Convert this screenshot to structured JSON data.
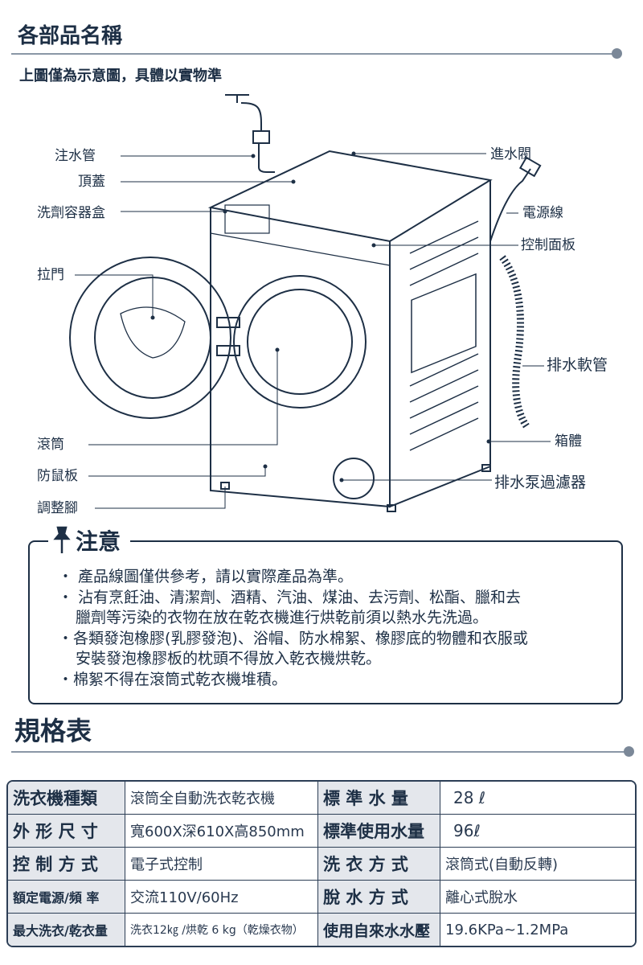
{
  "parts_section": {
    "title": "各部品名稱",
    "subtitle": "上圖僅為示意圖，具體以實物準",
    "labels_left": [
      "注水管",
      "頂蓋",
      "洗劑容器盒",
      "拉門",
      "滾筒",
      "防鼠板",
      "調整腳"
    ],
    "labels_right": [
      "進水閥",
      "電源線",
      "控制面板",
      "排水軟管",
      "箱體",
      "排水泵過濾器"
    ]
  },
  "notice": {
    "title": "注意",
    "items": [
      [
        "・ 產品線圖僅供參考，請以實際產品為準。"
      ],
      [
        "・ 沾有烹飪油、清潔劑、酒精、汽油、煤油、去污劑、松酯、臘和去",
        "臘劑等污染的衣物在放在乾衣機進行烘乾前須以熱水先洗過。"
      ],
      [
        "・各類發泡橡膠(乳膠發泡)、浴帽、防水棉絮、橡膠底的物體和衣服或",
        "安裝發泡橡膠板的枕頭不得放入乾衣機烘乾。"
      ],
      [
        "・棉絮不得在滾筒式乾衣機堆積。"
      ]
    ]
  },
  "spec_section": {
    "title": "規格表",
    "rows": [
      [
        "洗衣機種類",
        "滾筒全自動洗衣乾衣機",
        "標 準 水 量",
        "28 ℓ"
      ],
      [
        "外 形 尺 寸",
        "寬600X深610X高850mm",
        "標準使用水量",
        "96ℓ"
      ],
      [
        "控 制 方 式",
        "電子式控制",
        "洗 衣 方 式",
        "滾筒式(自動反轉)"
      ],
      [
        "額定電源/頻 率",
        "交流110V/60Hz",
        "脫 水 方 式",
        "離心式脫水"
      ],
      [
        "最大洗衣/乾衣量",
        "洗衣12㎏ /烘乾 6 kg（乾燥衣物）",
        "使用自來水水壓",
        "19.6KPa~1.2MPa"
      ]
    ]
  }
}
